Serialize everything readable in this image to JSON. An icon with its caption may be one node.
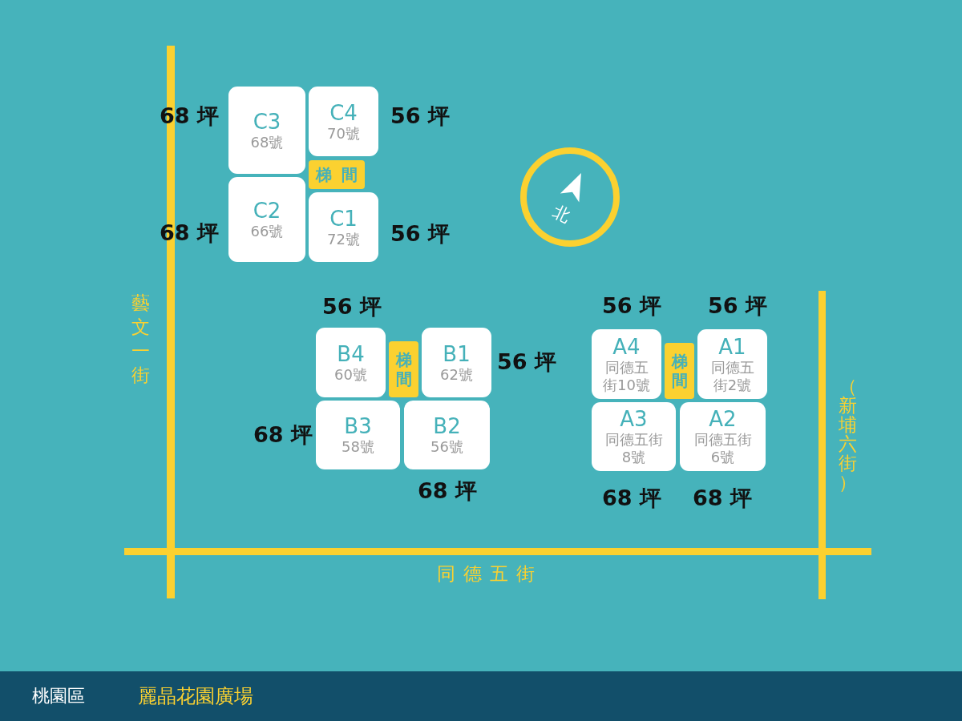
{
  "diagram": {
    "nodes": [
      {
        "text": [
          "C3",
          "68號"
        ],
        "beside": [
          "68 坪"
        ]
      },
      {
        "text": [
          "C4",
          "70號"
        ],
        "beside": [
          "56 坪"
        ]
      },
      {
        "text": [
          "梯間"
        ]
      },
      {
        "text": [
          "C2",
          "66號"
        ],
        "beside": [
          "68 坪"
        ]
      },
      {
        "text": [
          "C1",
          "72號"
        ],
        "beside": [
          "56 坪"
        ]
      },
      {
        "text": [
          "B4",
          "60號"
        ],
        "beside": [
          "56 坪"
        ]
      },
      {
        "text": [
          "B3",
          "58號"
        ],
        "beside": [
          "68 坪"
        ]
      },
      {
        "text": [
          "梯間"
        ]
      },
      {
        "text": [
          "B1",
          "62號"
        ],
        "beside": [
          "56 坪"
        ]
      },
      {
        "text": [
          "B2",
          "56號"
        ],
        "beside": [
          "68 坪"
        ]
      },
      {
        "text": [
          "A4",
          "同德五街10號"
        ],
        "beside": [
          "56 坪"
        ]
      },
      {
        "text": [
          "梯間"
        ]
      },
      {
        "text": [
          "A1",
          "同德五街2號"
        ],
        "beside": [
          "56 坪"
        ]
      },
      {
        "text": [
          "A3",
          "同德五街8號"
        ],
        "beside": [
          "68 坪"
        ]
      },
      {
        "text": [
          "A2",
          "同德五街6號"
        ],
        "beside": [
          "68 坪"
        ]
      }
    ],
    "labels": [
      "北",
      "藝文一街",
      "（新埔六街）",
      "同德五街",
      "桃園區",
      "麗晶花園廣場"
    ]
  }
}
